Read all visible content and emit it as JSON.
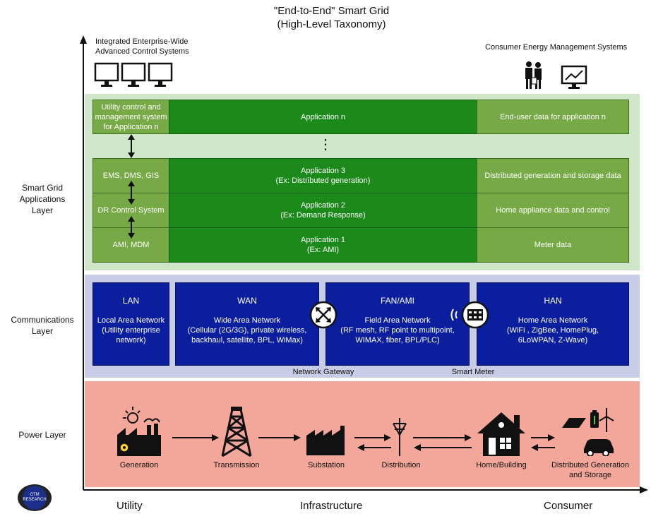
{
  "title": {
    "line1": "\"End-to-End\" Smart Grid",
    "line2": "(High-Level Taxonomy)"
  },
  "top_left": {
    "line1": "Integrated Enterprise-Wide",
    "line2": "Advanced Control Systems"
  },
  "top_right": "Consumer Energy Management Systems",
  "layers": {
    "apps": {
      "line1": "Smart Grid",
      "line2": "Applications",
      "line3": "Layer"
    },
    "comm": {
      "line1": "Communications",
      "line2": "Layer"
    },
    "power": "Power Layer"
  },
  "apps": {
    "row_n": {
      "left": [
        "Utility control and",
        "management system",
        "for Application n"
      ],
      "mid": "Application n",
      "right": "End-user data for application n"
    },
    "ellipsis": "⋮",
    "row_3": {
      "left": "EMS, DMS, GIS",
      "mid": [
        "Application 3",
        "(Ex: Distributed generation)"
      ],
      "right": "Distributed generation and storage data"
    },
    "row_2": {
      "left": "DR Control System",
      "mid": [
        "Application 2",
        "(Ex: Demand Response)"
      ],
      "right": "Home appliance data and control"
    },
    "row_1": {
      "left": "AMI, MDM",
      "mid": [
        "Application 1",
        "(Ex: AMI)"
      ],
      "right": "Meter data"
    }
  },
  "comm": {
    "lan": {
      "head": "LAN",
      "body": [
        "Local Area Network",
        "(Utility enterprise",
        "network)"
      ]
    },
    "wan": {
      "head": "WAN",
      "body": [
        "Wide Area Network",
        "(Cellular (2G/3G), private wireless,",
        "backhaul, satellite, BPL, WiMax)"
      ]
    },
    "fan": {
      "head": "FAN/AMI",
      "body": [
        "Field Area Network",
        "(RF mesh, RF point to multipoint,",
        "WIMAX, fiber, BPL/PLC)"
      ]
    },
    "han": {
      "head": "HAN",
      "body": [
        "Home Area Network",
        "(WiFi , ZigBee, HomePlug,",
        "6LoWPAN, Z-Wave)"
      ]
    },
    "gateway": "Network Gateway",
    "meter": "Smart Meter"
  },
  "power": {
    "generation": "Generation",
    "transmission": "Transmission",
    "substation": "Substation",
    "distribution": "Distribution",
    "home": "Home/Building",
    "dg": [
      "Distributed Generation",
      "and Storage"
    ]
  },
  "axis": {
    "utility": "Utility",
    "infrastructure": "Infrastructure",
    "consumer": "Consumer"
  },
  "logo": "GTM RESEARCH",
  "colors": {
    "light_green": "#77a946",
    "dark_green": "#1b8a1b",
    "blue": "#0b1e9e",
    "apps_band": "#cfe6c9",
    "comm_band": "#c7cde6",
    "power_band": "#f2a79a"
  }
}
